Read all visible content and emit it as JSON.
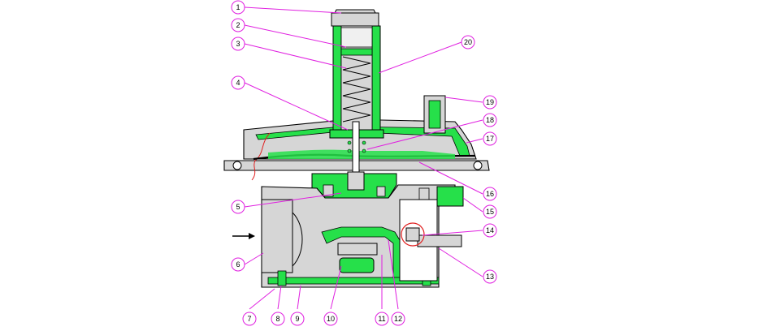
{
  "colors": {
    "part_fill": "#26e04a",
    "section_fill": "#d6d6d6",
    "callout_line": "#e020e0",
    "outline": "#000000",
    "cut_line": "#e02020"
  },
  "callouts": [
    {
      "label": "1"
    },
    {
      "label": "2"
    },
    {
      "label": "3"
    },
    {
      "label": "4"
    },
    {
      "label": "5"
    },
    {
      "label": "6"
    },
    {
      "label": "7"
    },
    {
      "label": "8"
    },
    {
      "label": "9"
    },
    {
      "label": "10"
    },
    {
      "label": "11"
    },
    {
      "label": "12"
    },
    {
      "label": "13"
    },
    {
      "label": "14"
    },
    {
      "label": "15"
    },
    {
      "label": "16"
    },
    {
      "label": "17"
    },
    {
      "label": "18"
    },
    {
      "label": "19"
    },
    {
      "label": "20"
    }
  ]
}
